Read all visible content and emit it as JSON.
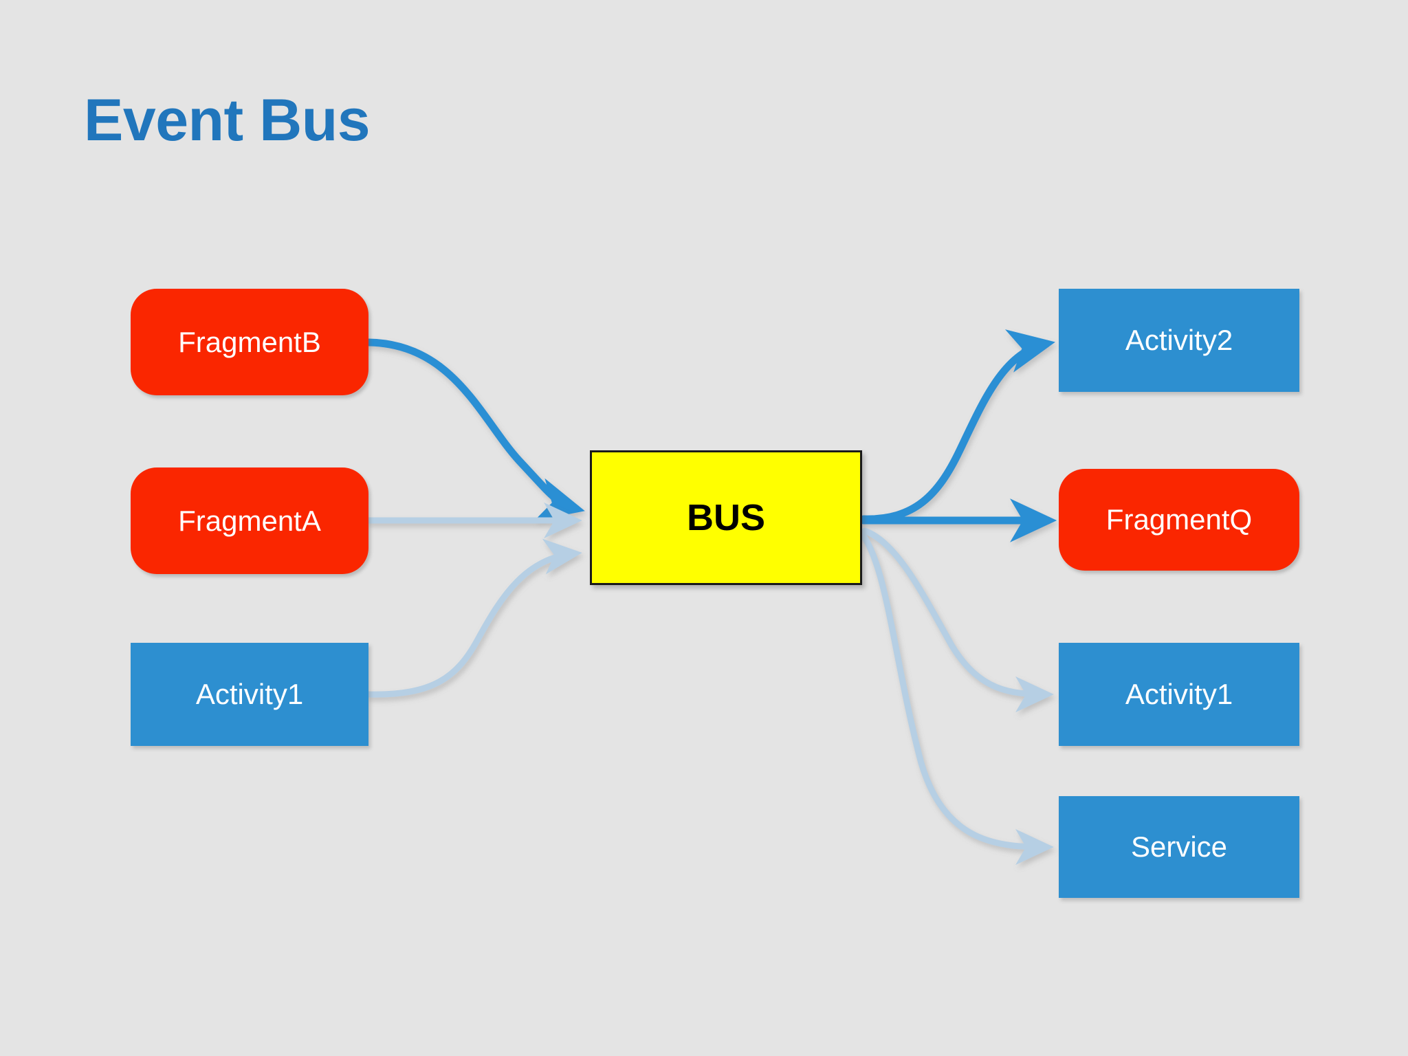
{
  "slide": {
    "title": "Event Bus",
    "background_color": "#E4E4E4",
    "title_color": "#2176BC"
  },
  "colors": {
    "red_node": "#FA2600",
    "blue_node": "#2D8FD0",
    "bus_fill": "#FFFF00",
    "bus_border": "#1A1A1A",
    "arrow_strong": "#2B8FD4",
    "arrow_faded": "#B6CFE4"
  },
  "nodes": {
    "publishers": [
      {
        "id": "fragmentb",
        "label": "FragmentB",
        "shape": "rounded-rect",
        "color": "#FA2600"
      },
      {
        "id": "fragmenta",
        "label": "FragmentA",
        "shape": "rounded-rect",
        "color": "#FA2600"
      },
      {
        "id": "activity1_left",
        "label": "Activity1",
        "shape": "rect",
        "color": "#2D8FD0"
      }
    ],
    "bus": {
      "id": "bus",
      "label": "BUS",
      "shape": "rect",
      "color": "#FFFF00"
    },
    "subscribers": [
      {
        "id": "activity2",
        "label": "Activity2",
        "shape": "rect",
        "color": "#2D8FD0"
      },
      {
        "id": "fragmentq",
        "label": "FragmentQ",
        "shape": "rounded-rect",
        "color": "#FA2600"
      },
      {
        "id": "activity1_right",
        "label": "Activity1",
        "shape": "rect",
        "color": "#2D8FD0"
      },
      {
        "id": "service",
        "label": "Service",
        "shape": "rect",
        "color": "#2D8FD0"
      }
    ]
  },
  "connections": [
    {
      "from": "fragmentb",
      "to": "bus",
      "style": "strong",
      "curve": "s-curve-down"
    },
    {
      "from": "fragmenta",
      "to": "bus",
      "style": "faded",
      "curve": "straight"
    },
    {
      "from": "activity1_left",
      "to": "bus",
      "style": "faded",
      "curve": "s-curve-up"
    },
    {
      "from": "bus",
      "to": "activity2",
      "style": "strong",
      "curve": "s-curve-up"
    },
    {
      "from": "bus",
      "to": "fragmentq",
      "style": "strong",
      "curve": "straight"
    },
    {
      "from": "bus",
      "to": "activity1_right",
      "style": "faded",
      "curve": "curve-down"
    },
    {
      "from": "bus",
      "to": "service",
      "style": "faded",
      "curve": "curve-down"
    }
  ]
}
